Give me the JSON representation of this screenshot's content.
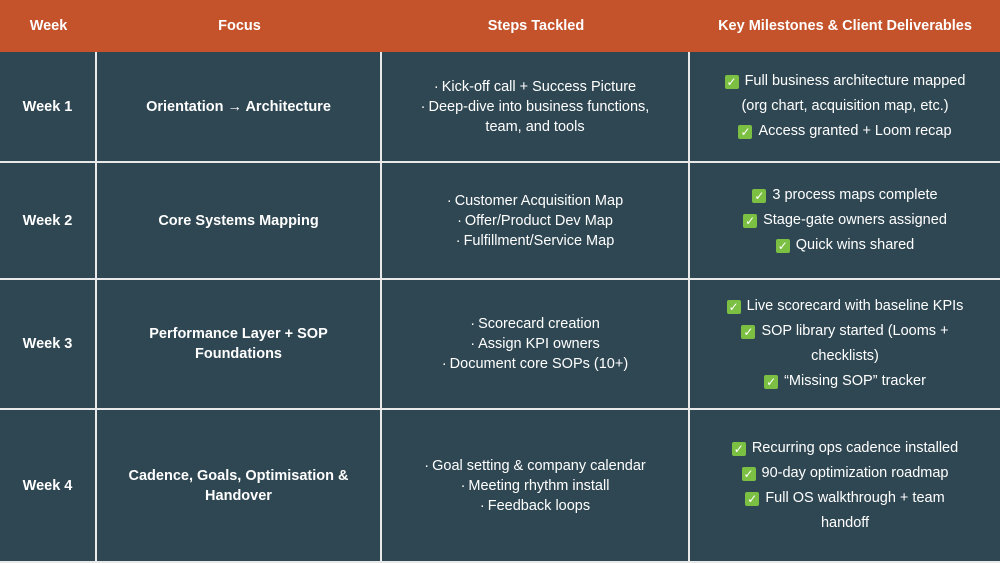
{
  "header": {
    "week": "Week",
    "focus": "Focus",
    "steps": "Steps Tackled",
    "milestones": "Key Milestones & Client Deliverables"
  },
  "colors": {
    "header_bg": "#c4532b",
    "cell_bg": "#2f4752",
    "check_green": "#7bc043",
    "gridline": "#e9e9e9"
  },
  "rows": [
    {
      "week": "Week 1",
      "focus": "Orientation → Architecture",
      "steps": [
        "Kick-off call + Success Picture",
        "Deep-dive into business functions,",
        "team, and tools"
      ],
      "milestones": [
        "Full business architecture mapped",
        "(org chart, acquisition map, etc.)",
        "Access granted + Loom recap"
      ]
    },
    {
      "week": "Week 2",
      "focus": "Core Systems Mapping",
      "steps": [
        "Customer Acquisition Map",
        "Offer/Product Dev Map",
        "Fulfillment/Service Map"
      ],
      "milestones": [
        "3 process maps complete",
        "Stage-gate owners assigned",
        "Quick wins shared"
      ]
    },
    {
      "week": "Week 3",
      "focus": "Performance Layer + SOP Foundations",
      "steps": [
        "Scorecard creation",
        "Assign KPI owners",
        "Document core SOPs (10+)"
      ],
      "milestones": [
        "Live scorecard with baseline KPIs",
        "SOP library started (Looms +",
        "checklists)",
        "“Missing SOP” tracker"
      ]
    },
    {
      "week": "Week 4",
      "focus": "Cadence, Goals, Optimisation & Handover",
      "steps": [
        "Goal setting & company calendar",
        "Meeting rhythm install",
        "Feedback loops"
      ],
      "milestones": [
        "Recurring ops cadence installed",
        "90-day optimization roadmap",
        "Full OS walkthrough + team",
        "handoff"
      ]
    }
  ]
}
